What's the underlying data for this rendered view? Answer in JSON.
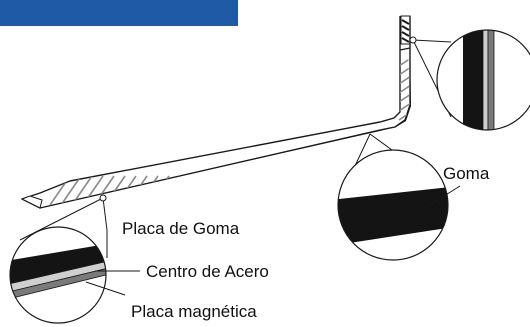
{
  "colors": {
    "header_bar": "#1f5aa6",
    "outline": "#1a1a1a",
    "rubber": "#141414",
    "steel": "#c8c8c8",
    "magnetic": "#7a7a7a",
    "hatch": "#8a8a8a"
  },
  "labels": {
    "goma": "Goma",
    "placa_de_goma": "Placa de Goma",
    "centro_de_acero": "Centro de Acero",
    "placa_magnetica": "Placa magnética"
  }
}
